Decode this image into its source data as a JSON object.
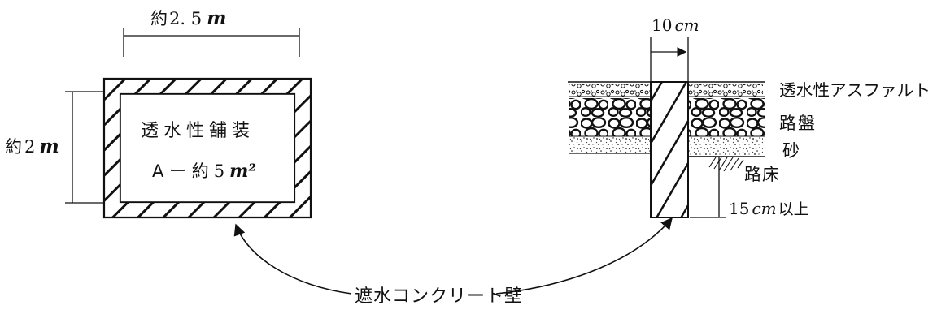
{
  "plan_view": {
    "width_label_prefix": "約",
    "width_label_value": "2. 5",
    "width_label_unit": "m",
    "height_label_prefix": "約",
    "height_label_value": "2",
    "height_label_unit": "m",
    "inner_title": "透水性舗装",
    "area_prefix": "A ー 約",
    "area_value": "5",
    "area_unit": "m²"
  },
  "section_view": {
    "wall_thickness_value": "10",
    "wall_thickness_unit": "cm",
    "depth_value": "15",
    "depth_unit": "cm",
    "depth_suffix": "以上",
    "layers": {
      "surface": "透水性アスファルト",
      "base": "路盤",
      "sand": "砂",
      "subgrade": "路床"
    }
  },
  "callout": {
    "label": "遮水コンクリート壁"
  },
  "colors": {
    "ink": "#111111",
    "paper": "#ffffff"
  }
}
